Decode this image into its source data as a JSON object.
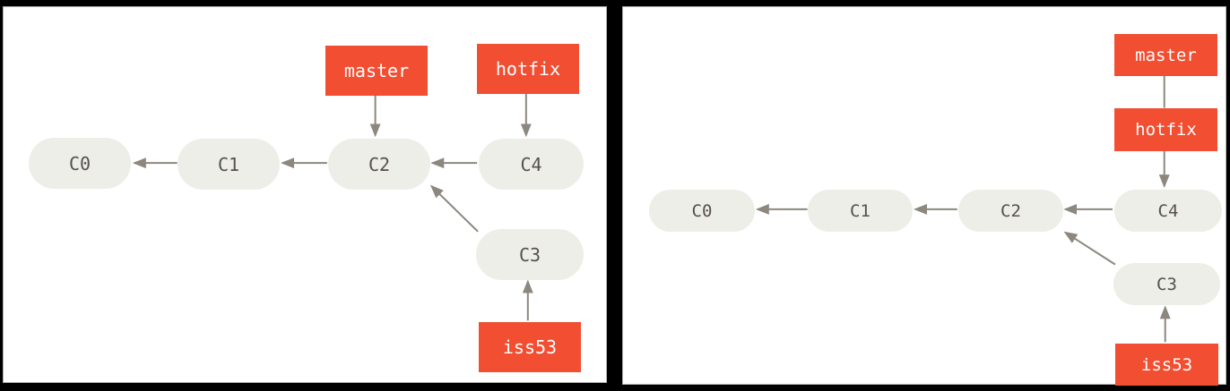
{
  "left_diagram": {
    "description": "git branch diagram before merge: master at C2, hotfix at C4, iss53 at C3",
    "commits": {
      "c0": "C0",
      "c1": "C1",
      "c2": "C2",
      "c3": "C3",
      "c4": "C4"
    },
    "branches": {
      "master": "master",
      "hotfix": "hotfix",
      "iss53": "iss53"
    }
  },
  "right_diagram": {
    "description": "git branch diagram after fast-forward: master and hotfix at C4, iss53 at C3",
    "commits": {
      "c0": "C0",
      "c1": "C1",
      "c2": "C2",
      "c3": "C3",
      "c4": "C4"
    },
    "branches": {
      "master": "master",
      "hotfix": "hotfix",
      "iss53": "iss53"
    }
  },
  "colors": {
    "background": "#000000",
    "panel_bg": "#FFFFFF",
    "branch_label_bg": "#F14E32",
    "branch_text": "#FFFFFF",
    "commit_node_bg": "#EEEEE8",
    "commit_text": "#55504A",
    "arrow": "#8C8880"
  }
}
